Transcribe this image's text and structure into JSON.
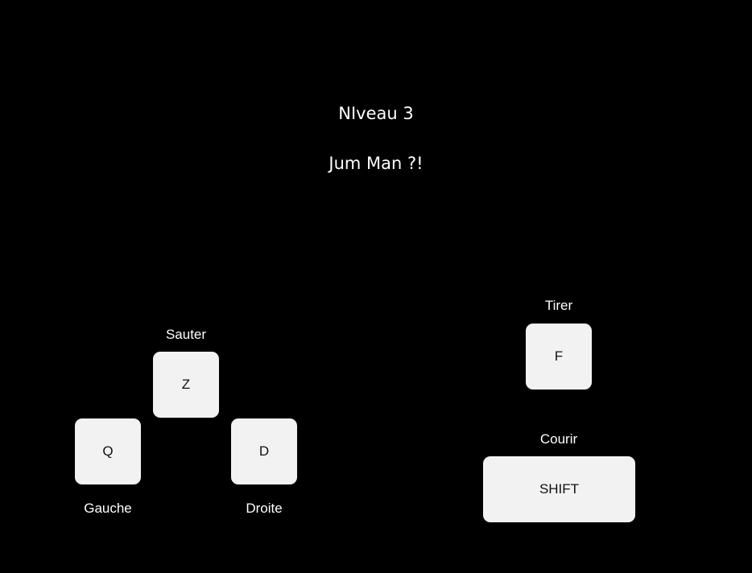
{
  "header": {
    "level": "NIveau 3",
    "game_title": "Jum Man ?!"
  },
  "controls": {
    "jump": {
      "key": "Z",
      "label": "Sauter"
    },
    "left": {
      "key": "Q",
      "label": "Gauche"
    },
    "right": {
      "key": "D",
      "label": "Droite"
    },
    "shoot": {
      "key": "F",
      "label": "Tirer"
    },
    "run": {
      "key": "SHIFT",
      "label": "Courir"
    }
  },
  "colors": {
    "background": "#000000",
    "key_fill": "#f2f2f2",
    "key_text": "#111111",
    "label_text": "#ffffff"
  }
}
